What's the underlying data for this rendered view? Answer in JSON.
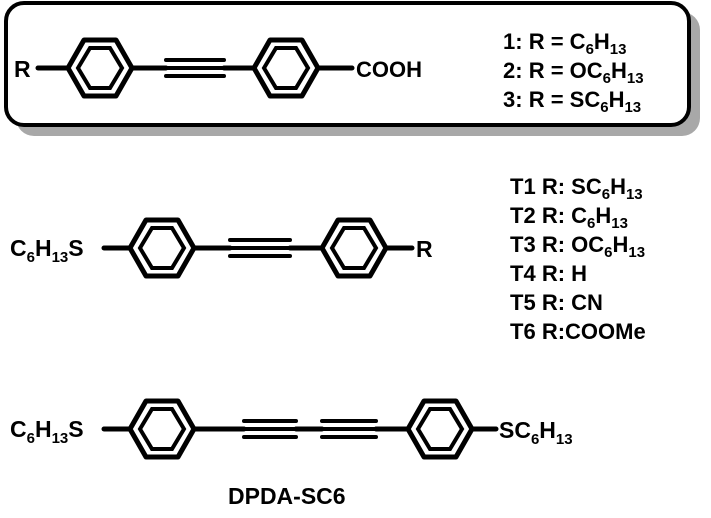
{
  "box": {
    "substituent": "R",
    "acid": "COOH",
    "compounds": [
      {
        "num": "1:",
        "eq": "R =",
        "pre": "C",
        "s1": "6",
        "mid": "H",
        "s2": "13"
      },
      {
        "num": "2:",
        "eq": "R =",
        "pre": "OC",
        "s1": "6",
        "mid": "H",
        "s2": "13"
      },
      {
        "num": "3:",
        "eq": "R =",
        "pre": "SC",
        "s1": "6",
        "mid": "H",
        "s2": "13"
      }
    ]
  },
  "middle": {
    "left_group": {
      "c": "C",
      "s1": "6",
      "h": "H",
      "s2": "13",
      "tail": "S"
    },
    "right_group": "R",
    "series": [
      {
        "id": "T1",
        "r": "R:",
        "pre": "SC",
        "s1": "6",
        "mid": "H",
        "s2": "13"
      },
      {
        "id": "T2",
        "r": "R:",
        "pre": "C",
        "s1": "6",
        "mid": "H",
        "s2": "13"
      },
      {
        "id": "T3",
        "r": "R:",
        "pre": "OC",
        "s1": "6",
        "mid": "H",
        "s2": "13"
      },
      {
        "id": "T4",
        "r": "R:",
        "pre": "H",
        "s1": "",
        "mid": "",
        "s2": ""
      },
      {
        "id": "T5",
        "r": "R:",
        "pre": "CN",
        "s1": "",
        "mid": "",
        "s2": ""
      },
      {
        "id": "T6",
        "r": "R:",
        "pre": "COOMe",
        "s1": "",
        "mid": "",
        "s2": ""
      }
    ]
  },
  "bottom": {
    "left_group": {
      "c": "C",
      "s1": "6",
      "h": "H",
      "s2": "13",
      "tail": "S"
    },
    "right_group": {
      "pre": "SC",
      "s1": "6",
      "h": "H",
      "s2": "13"
    },
    "name": "DPDA-SC6"
  }
}
